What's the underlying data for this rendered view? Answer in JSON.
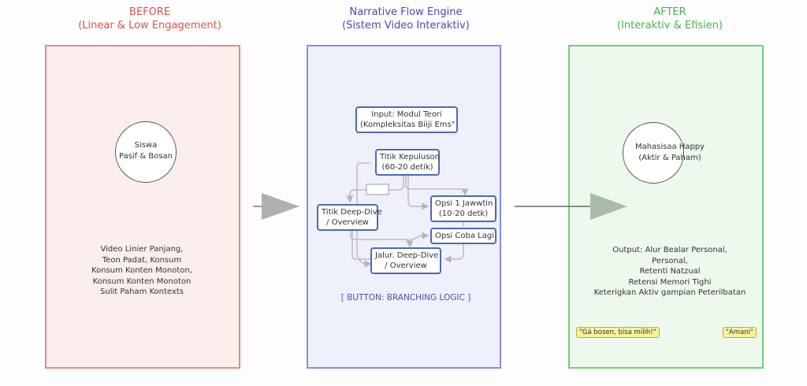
{
  "before": {
    "title": "BEFORE",
    "subtitle": "(Linear & Low Engagement)",
    "persona_line1": "Siswa",
    "persona_line2": "Pasif & Bosan",
    "description": [
      "Video Linier Panjang,",
      "Teon Padat, Konsum",
      "Konsum Konten Monoton,",
      "Konsum Konten Monoton",
      "Sulit Paham Kontexts"
    ]
  },
  "engine": {
    "title": "Narrative Flow Engine",
    "subtitle": "(Sistem Video Interaktiv)",
    "nodes": {
      "input": [
        "Input: Modul Teori",
        "(Kompleksitas Biiji Ems\""
      ],
      "decision": [
        "Titik Kepuluson",
        "(60-20 detik)"
      ],
      "deep_dive": [
        "Titik Deep-Dive",
        "/ Overview"
      ],
      "option1": [
        "Opsi 1 Jawwtin",
        "(10-20 detk)"
      ],
      "retry": [
        "Opsi Coba Lagi"
      ],
      "path": [
        "Jalur. Deep-Dive",
        "/ Overview"
      ]
    },
    "button_label": "[ BUTTON: BRANCHING LOGIC ]"
  },
  "after": {
    "title": "AFTER",
    "subtitle": "(Interaktiv & Efisien)",
    "persona_line1": "Mahasisaa Happy",
    "persona_line2": "(Aktir & Paham)",
    "description": [
      "Output: Alur Bealar Personal,",
      "Personal,",
      "Retenti Natzual",
      "Retensi Memori Tighi",
      "Keterigkan Aktiv gampian Peterilbatan"
    ],
    "quotes": [
      "\"Gá bosen, bisa milih!\"",
      "\"Amani\""
    ]
  },
  "colors": {
    "before": "#e88888",
    "engine": "#8c8ce0",
    "after": "#7cc87c",
    "node_border": "#4e6aae"
  }
}
